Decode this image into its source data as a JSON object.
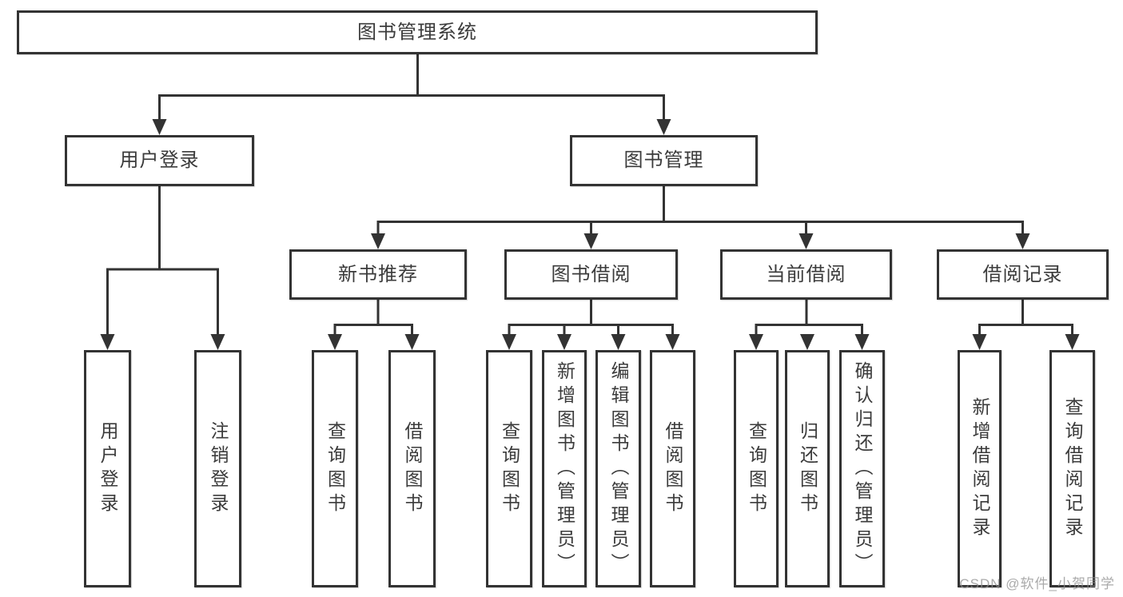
{
  "colors": {
    "line": "#333333",
    "box_border": "#333333",
    "box_background": "#ffffff",
    "text": "#3b3b3b",
    "page_background": "#ffffff",
    "watermark_text_color": "#8e8e8e"
  },
  "watermark": {
    "text": "CSDN @软件_小贺同学"
  },
  "tree": {
    "root": {
      "label": "图书管理系统"
    },
    "children": [
      {
        "label": "用户登录",
        "children": [
          {
            "label": "用户登录"
          },
          {
            "label": "注销登录"
          }
        ]
      },
      {
        "label": "图书管理",
        "children": [
          {
            "label": "新书推荐",
            "children": [
              {
                "label": "查询图书"
              },
              {
                "label": "借阅图书"
              }
            ]
          },
          {
            "label": "图书借阅",
            "children": [
              {
                "label": "查询图书"
              },
              {
                "label": "新增图书（管理员）"
              },
              {
                "label": "编辑图书（管理员）"
              },
              {
                "label": "借阅图书"
              }
            ]
          },
          {
            "label": "当前借阅",
            "children": [
              {
                "label": "查询图书"
              },
              {
                "label": "归还图书"
              },
              {
                "label": "确认归还（管理员）"
              }
            ]
          },
          {
            "label": "借阅记录",
            "children": [
              {
                "label": "新增借阅记录"
              },
              {
                "label": "查询借阅记录"
              }
            ]
          }
        ]
      }
    ]
  }
}
